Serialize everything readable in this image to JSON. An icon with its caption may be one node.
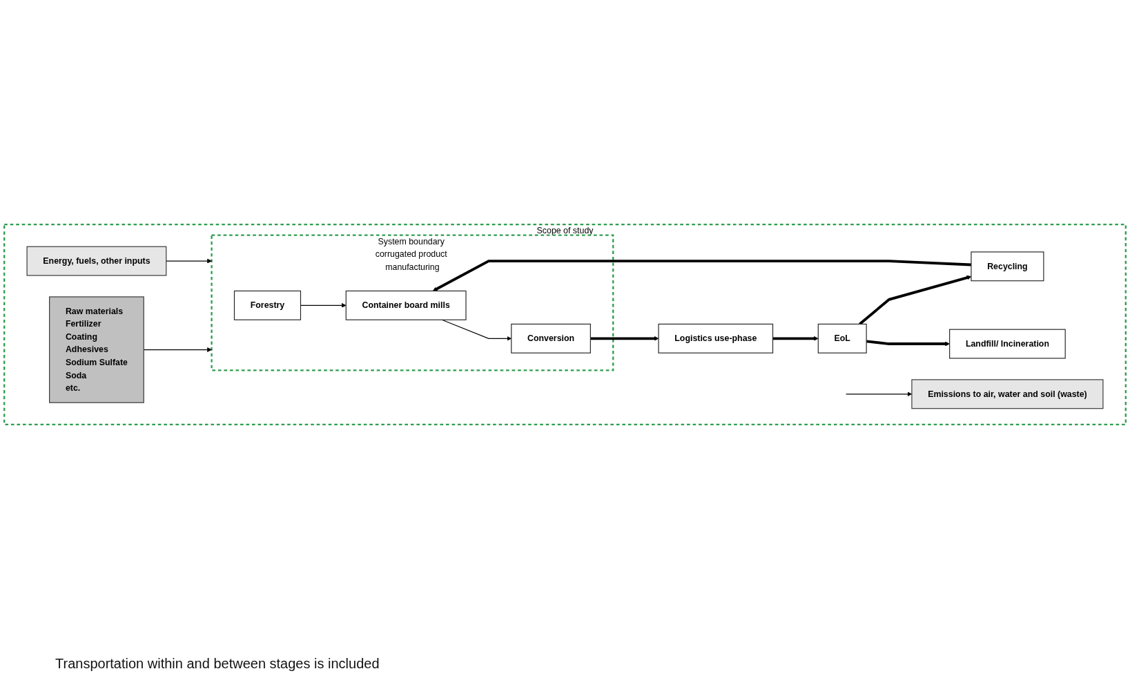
{
  "diagram": {
    "nodes": [
      {
        "text": [
          "Scope of study"
        ]
      },
      {
        "text": [
          "Raw materials",
          "Fertilizer",
          "Coating",
          "Adhesives",
          "Sodium Sulfate",
          "Soda",
          "etc."
        ],
        "in": 0
      },
      {
        "text": [
          "System boundary corrugated product manufacturing"
        ],
        "in": 0
      },
      {
        "text": [
          "Forestry"
        ],
        "in": 2
      },
      {
        "text": [
          "Container board mills"
        ],
        "in": 2
      },
      {
        "text": [
          "Conversion"
        ],
        "in": 2
      },
      {
        "text": [
          "Emissions to air, water and soil (waste)"
        ],
        "in": 0
      },
      {
        "text": [
          "Logistics use-phase"
        ],
        "in": 0
      },
      {
        "text": [
          "EoL"
        ],
        "in": 0
      },
      {
        "text": [
          "Recycling"
        ],
        "in": 0
      },
      {
        "text": [
          "Landfill/ Incineration"
        ],
        "in": 0
      },
      {
        "text": [
          "Energy, fuels, other inputs"
        ],
        "in": 0
      }
    ],
    "edges": [
      {
        "from": 1,
        "to": 2,
        "arrow": "to"
      },
      {
        "from": 3,
        "to": 4,
        "arrow": "to"
      },
      {
        "from": 4,
        "to": 5,
        "arrow": "to"
      },
      {
        "from": 5,
        "to": 7,
        "arrow": "to",
        "style": "thick"
      },
      {
        "from": 7,
        "to": 8,
        "arrow": "to",
        "style": "thick"
      },
      {
        "from": 8,
        "to": 9,
        "arrow": "to",
        "style": "thick"
      },
      {
        "from": 8,
        "to": 10,
        "arrow": "to",
        "style": "thick"
      },
      {
        "from": 9,
        "to": 4,
        "arrow": "to",
        "style": "thick"
      },
      {
        "from": null,
        "to": 6,
        "arrow": "to"
      },
      {
        "from": 11,
        "to": 2,
        "arrow": "to"
      }
    ],
    "labels": [
      "Transportation within and between stages is included"
    ]
  }
}
